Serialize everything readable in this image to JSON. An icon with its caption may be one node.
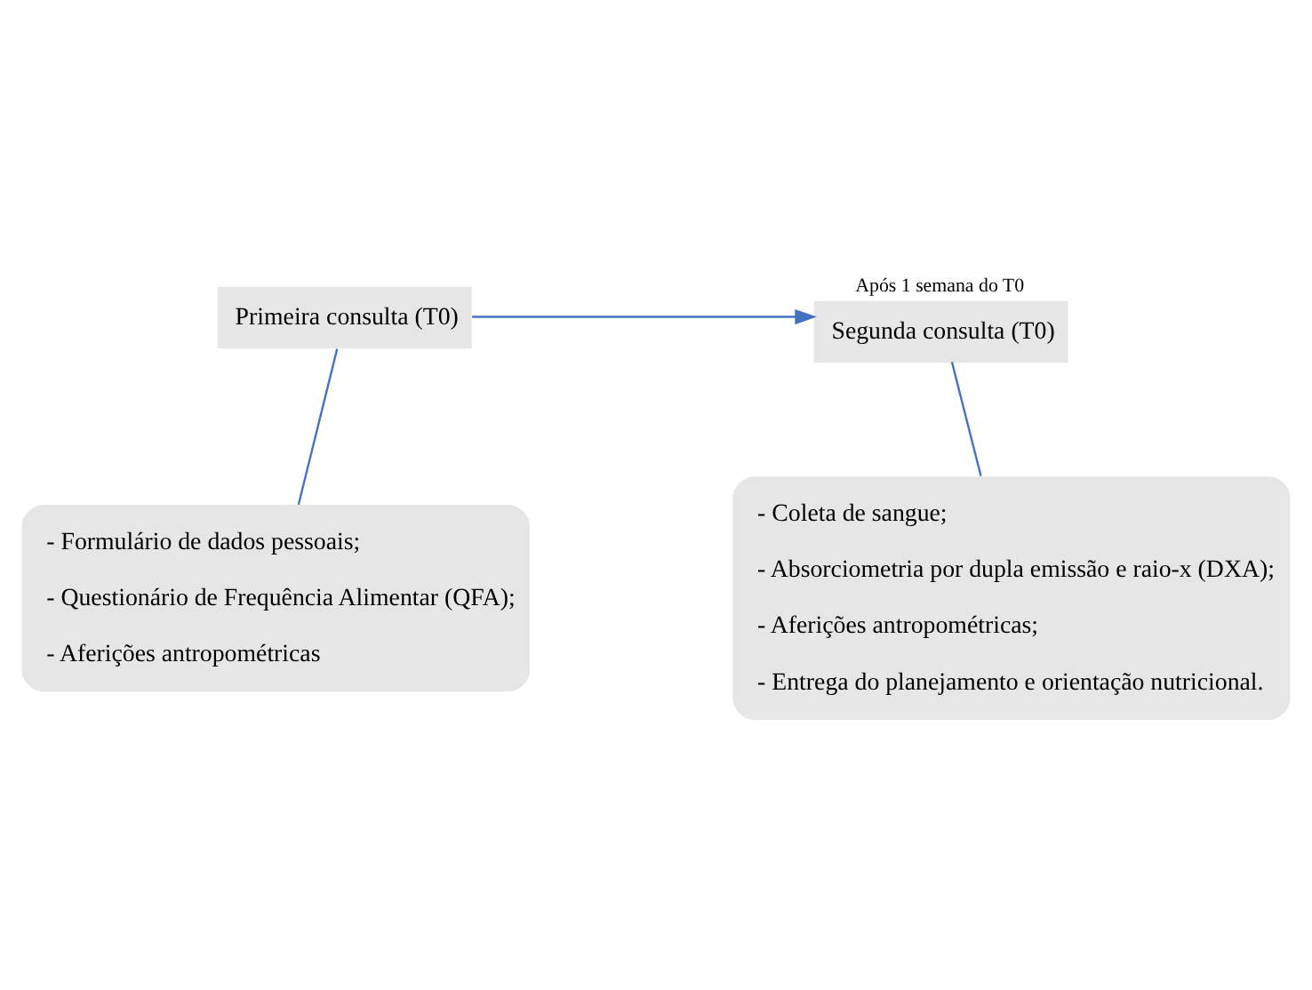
{
  "diagram": {
    "nodes": [
      {
        "text": [
          "Primeira consulta (T0)"
        ]
      },
      {
        "text": [
          "Segunda consulta (T0)"
        ],
        "beside": [
          "Após 1 semana do T0"
        ]
      },
      {
        "text": [
          "- Formulário de dados pessoais;",
          "- Questionário de Frequência Alimentar (QFA);",
          "- Aferições antropométricas"
        ]
      },
      {
        "text": [
          "- Coleta de sangue;",
          "- Absorciometria por dupla emissão e raio-x (DXA);",
          "- Aferições antropométricas;",
          "- Entrega do planejamento e orientação nutricional."
        ]
      }
    ],
    "edges": [
      {
        "from": 0,
        "to": 1,
        "arrow": "to"
      },
      {
        "from": 0,
        "to": 2,
        "arrow": "none"
      },
      {
        "from": 1,
        "to": 3,
        "arrow": "none"
      }
    ]
  }
}
